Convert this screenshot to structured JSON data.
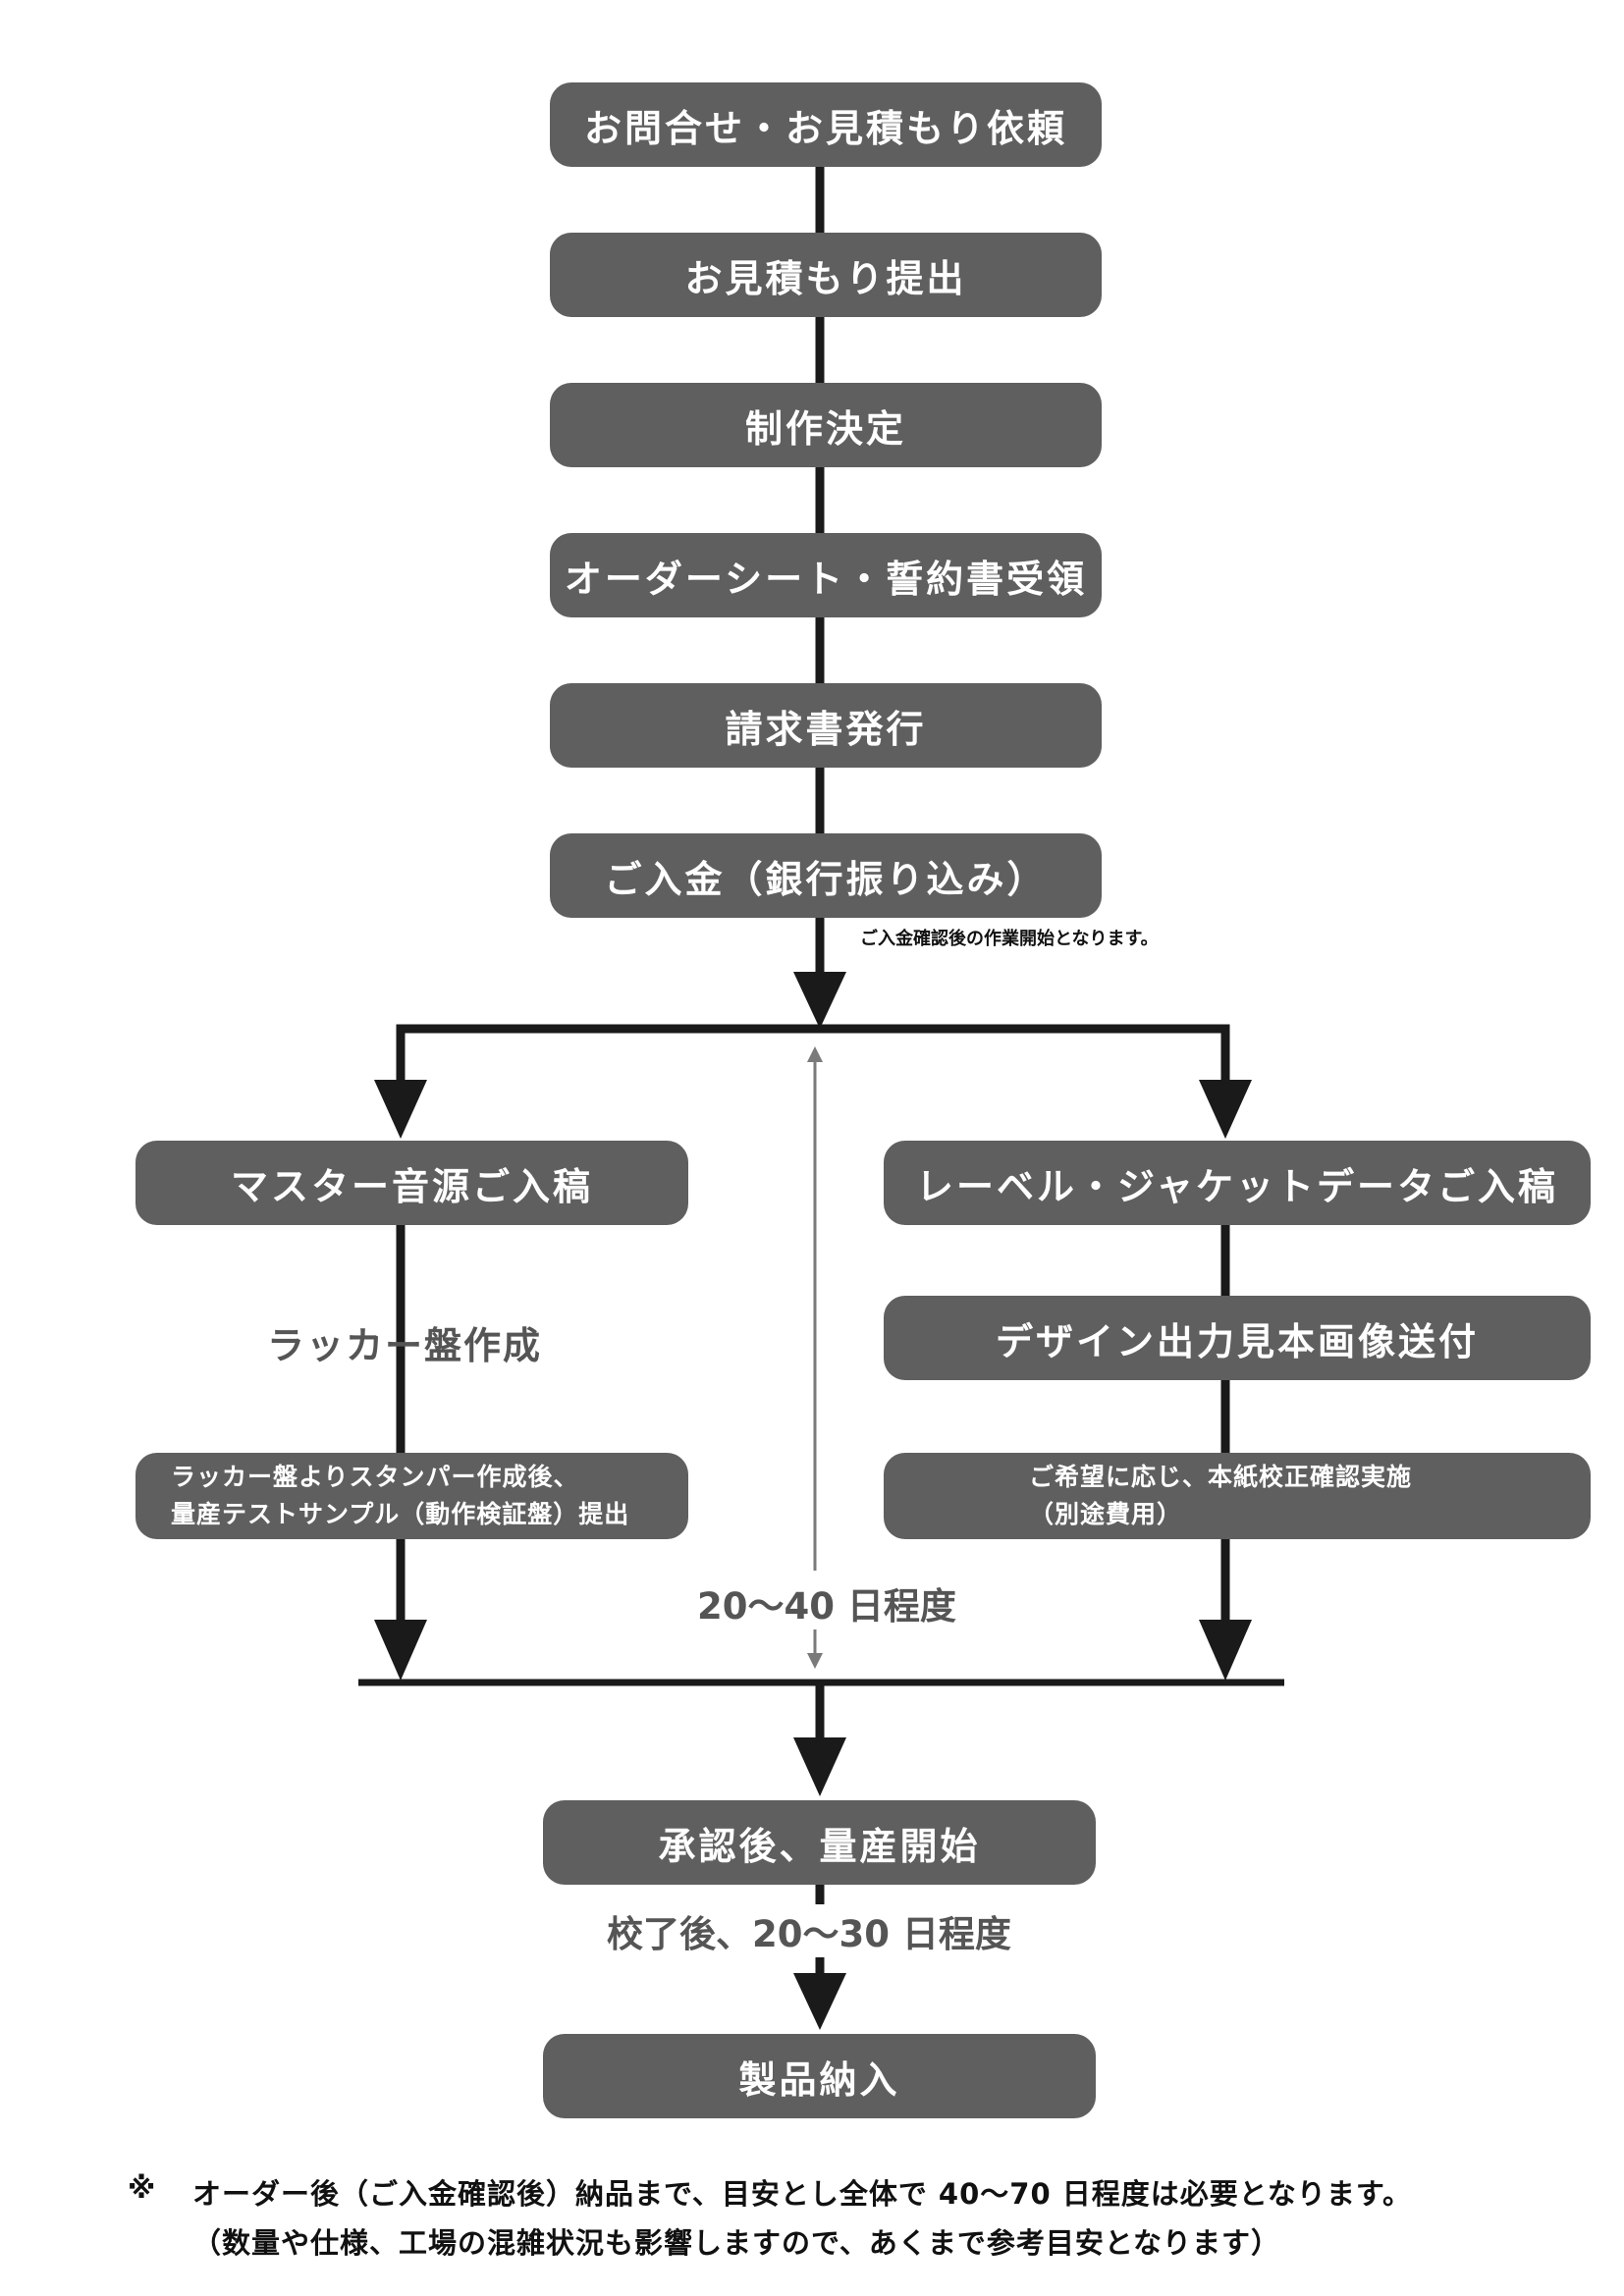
{
  "colors": {
    "box": "#5f5f5f",
    "line": "#1a1a1a",
    "guide": "#7a7a7a",
    "label": "#555555"
  },
  "steps": [
    "お問合せ・お見積もり依頼",
    "お見積もり提出",
    "制作決定",
    "オーダーシート・誓約書受領",
    "請求書発行",
    "ご入金（銀行振り込み）"
  ],
  "payment_note": "ご入金確認後の作業開始となります。",
  "left": {
    "master": "マスター音源ご入稿",
    "lacquer_label": "ラッカー盤作成",
    "stamper_line1": "ラッカー盤よりスタンパー作成後、",
    "stamper_line2": "量産テストサンプル（動作検証盤）提出"
  },
  "right": {
    "label_data": "レーベル・ジャケットデータご入稿",
    "design": "デザイン出力見本画像送付",
    "proof_line1": "ご希望に応じ、本紙校正確認実施",
    "proof_line2": "（別途費用）"
  },
  "duration_middle": "20〜40 日程度",
  "approval": "承認後、量産開始",
  "duration_after": "校了後、20〜30 日程度",
  "delivery": "製品納入",
  "footnote_mark": "※",
  "footnote_line1": "オーダー後（ご入金確認後）納品まで、目安とし全体で 40〜70 日程度は必要となります。",
  "footnote_line2": "（数量や仕様、工場の混雑状況も影響しますので、あくまで参考目安となります）"
}
